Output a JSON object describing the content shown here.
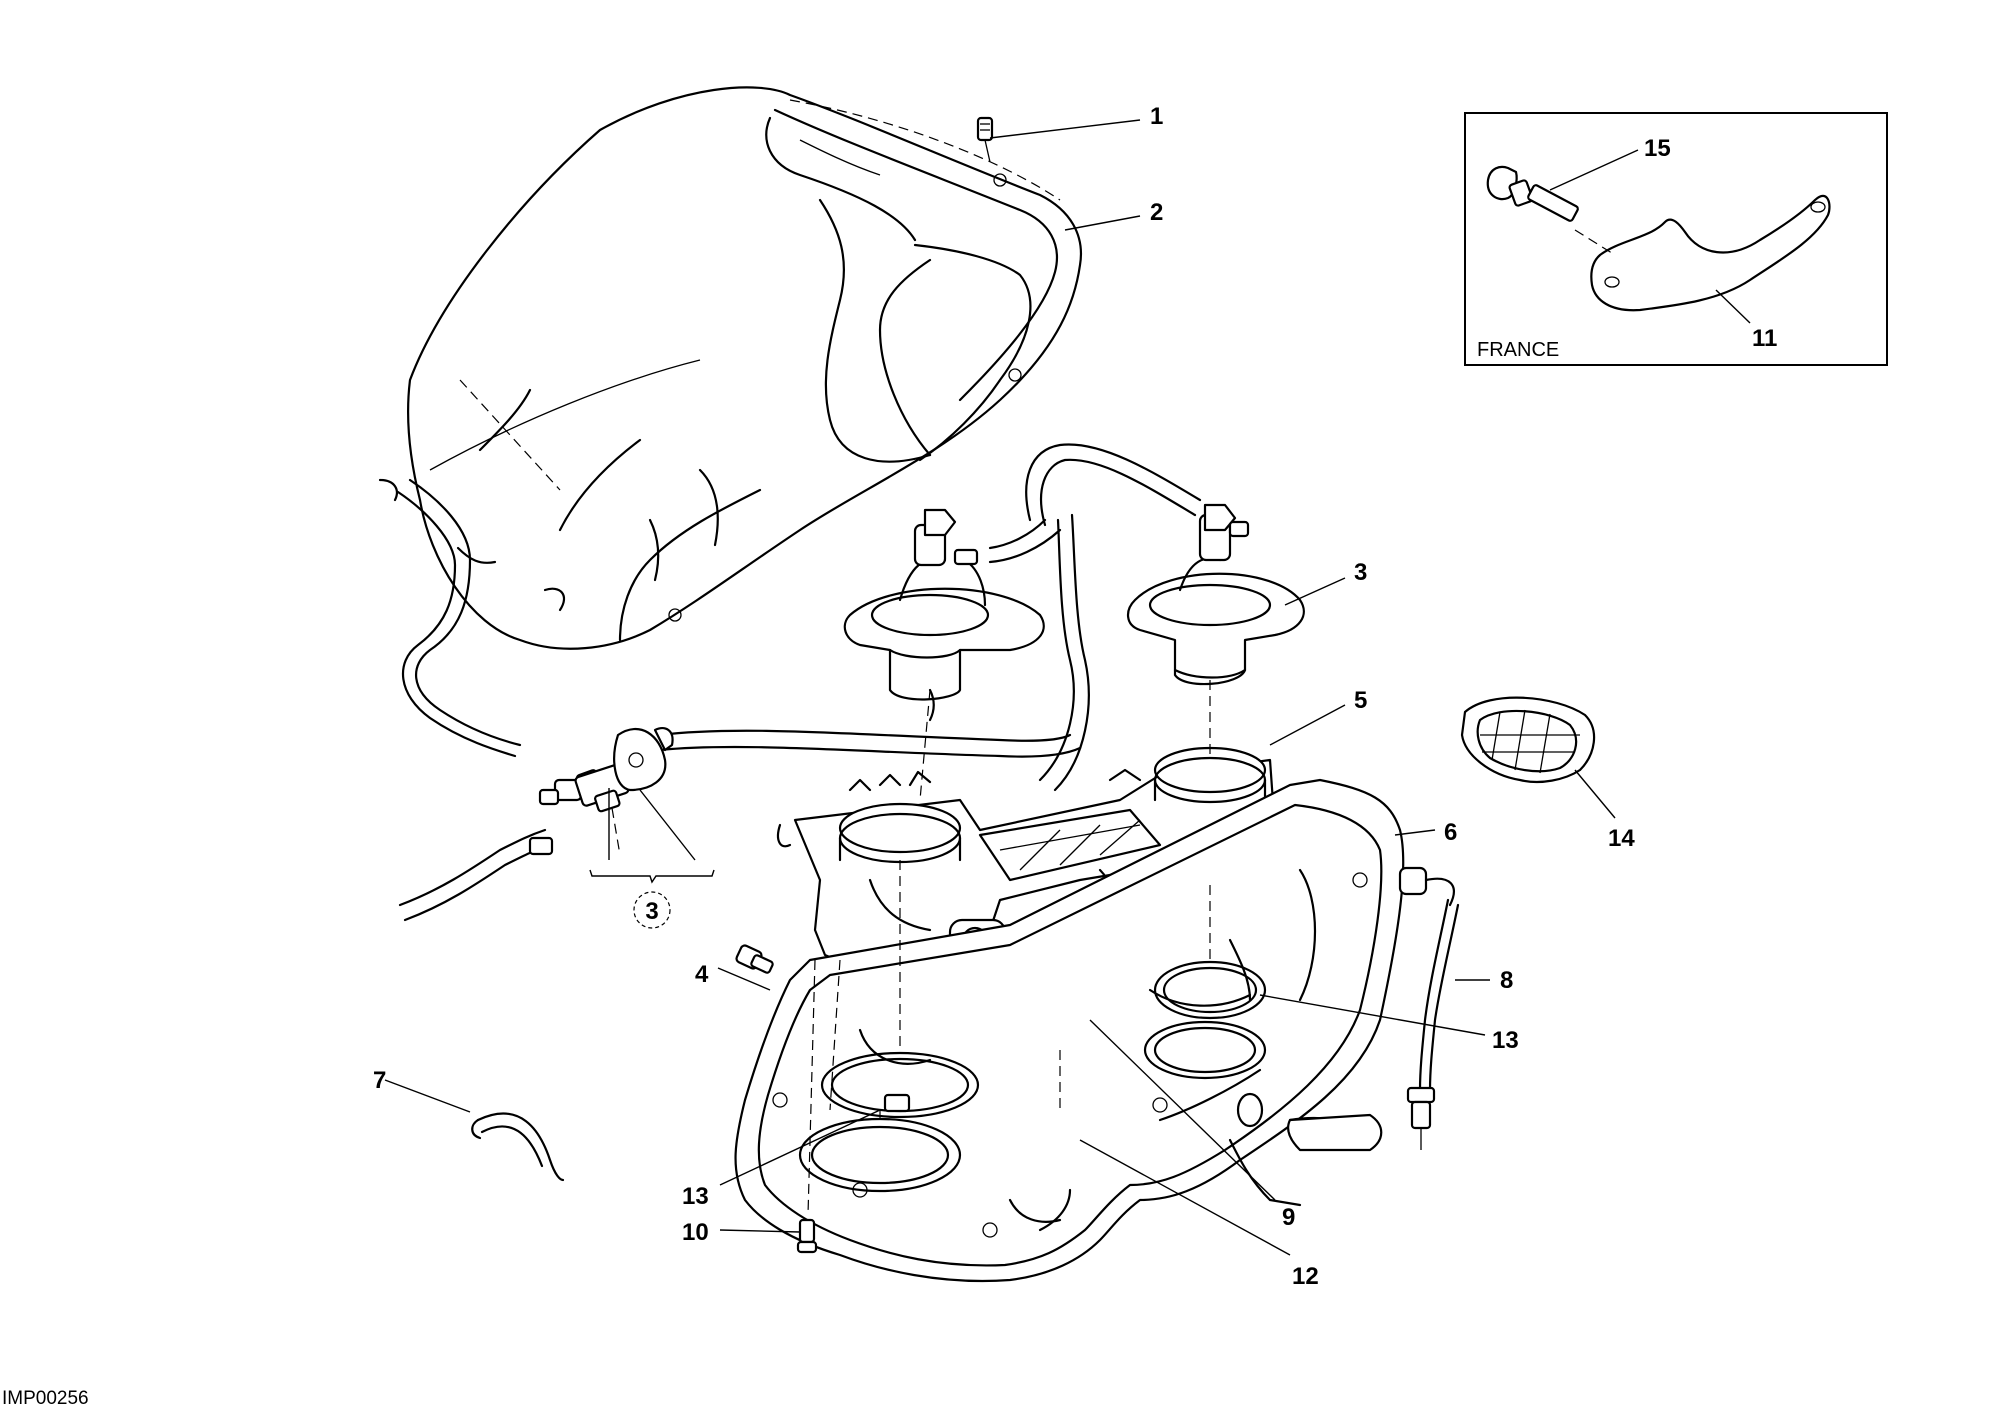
{
  "drawing_code": "IMP00256",
  "inset": {
    "label": "FRANCE"
  },
  "callouts": {
    "c1": "1",
    "c2": "2",
    "c3_upper": "3",
    "c3_group": "3",
    "c4": "4",
    "c5": "5",
    "c6": "6",
    "c7": "7",
    "c8": "8",
    "c9": "9",
    "c10": "10",
    "c11": "11",
    "c12": "12",
    "c13_right": "13",
    "c13_left": "13",
    "c14": "14",
    "c15": "15"
  }
}
